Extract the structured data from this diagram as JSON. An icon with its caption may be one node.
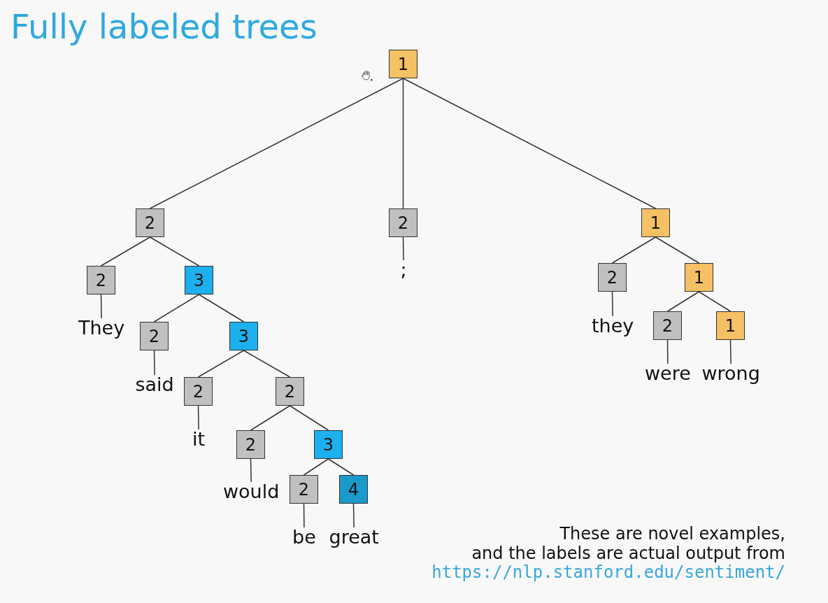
{
  "diagram": {
    "title": "Fully labeled trees",
    "nodes": [
      {
        "text": [
          "1"
        ]
      },
      {
        "text": [
          "2"
        ]
      },
      {
        "text": [
          "2"
        ]
      },
      {
        "text": [
          "1"
        ]
      },
      {
        "text": [
          "2"
        ]
      },
      {
        "text": [
          "3"
        ]
      },
      {
        "text": [
          ";"
        ]
      },
      {
        "text": [
          "2"
        ]
      },
      {
        "text": [
          "1"
        ]
      },
      {
        "text": [
          "They"
        ]
      },
      {
        "text": [
          "2"
        ]
      },
      {
        "text": [
          "3"
        ]
      },
      {
        "text": [
          "they"
        ]
      },
      {
        "text": [
          "2"
        ]
      },
      {
        "text": [
          "1"
        ]
      },
      {
        "text": [
          "said"
        ]
      },
      {
        "text": [
          "2"
        ]
      },
      {
        "text": [
          "2"
        ]
      },
      {
        "text": [
          "were"
        ]
      },
      {
        "text": [
          "wrong"
        ]
      },
      {
        "text": [
          "it"
        ]
      },
      {
        "text": [
          "2"
        ]
      },
      {
        "text": [
          "3"
        ]
      },
      {
        "text": [
          "would"
        ]
      },
      {
        "text": [
          "2"
        ]
      },
      {
        "text": [
          "4"
        ]
      },
      {
        "text": [
          "be"
        ]
      },
      {
        "text": [
          "great"
        ]
      }
    ],
    "edges": [
      {
        "from": 0,
        "to": 1,
        "arrow": "none"
      },
      {
        "from": 0,
        "to": 2,
        "arrow": "none"
      },
      {
        "from": 0,
        "to": 3,
        "arrow": "none"
      },
      {
        "from": 1,
        "to": 4,
        "arrow": "none"
      },
      {
        "from": 1,
        "to": 5,
        "arrow": "none"
      },
      {
        "from": 2,
        "to": 6,
        "arrow": "none"
      },
      {
        "from": 3,
        "to": 7,
        "arrow": "none"
      },
      {
        "from": 3,
        "to": 8,
        "arrow": "none"
      },
      {
        "from": 4,
        "to": 9,
        "arrow": "none"
      },
      {
        "from": 5,
        "to": 10,
        "arrow": "none"
      },
      {
        "from": 5,
        "to": 11,
        "arrow": "none"
      },
      {
        "from": 7,
        "to": 12,
        "arrow": "none"
      },
      {
        "from": 8,
        "to": 13,
        "arrow": "none"
      },
      {
        "from": 8,
        "to": 14,
        "arrow": "none"
      },
      {
        "from": 10,
        "to": 15,
        "arrow": "none"
      },
      {
        "from": 11,
        "to": 16,
        "arrow": "none"
      },
      {
        "from": 11,
        "to": 17,
        "arrow": "none"
      },
      {
        "from": 13,
        "to": 18,
        "arrow": "none"
      },
      {
        "from": 14,
        "to": 19,
        "arrow": "none"
      },
      {
        "from": 16,
        "to": 20,
        "arrow": "none"
      },
      {
        "from": 17,
        "to": 21,
        "arrow": "none"
      },
      {
        "from": 17,
        "to": 22,
        "arrow": "none"
      },
      {
        "from": 21,
        "to": 23,
        "arrow": "none"
      },
      {
        "from": 22,
        "to": 24,
        "arrow": "none"
      },
      {
        "from": 22,
        "to": 25,
        "arrow": "none"
      },
      {
        "from": 24,
        "to": 26,
        "arrow": "none"
      },
      {
        "from": 25,
        "to": 27,
        "arrow": "none"
      }
    ],
    "labels": [
      "These are novel examples, and the labels are actual output from",
      "https://nlp.stanford.edu/sentiment/"
    ]
  }
}
